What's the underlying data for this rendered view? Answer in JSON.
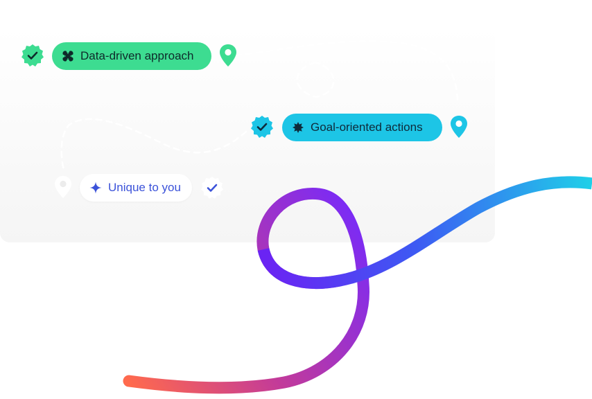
{
  "steps": [
    {
      "label": "Data-driven approach",
      "icon": "cross-x-icon",
      "color": "#3ddc91"
    },
    {
      "label": "Goal-oriented actions",
      "icon": "burst-icon",
      "color": "#1dc5e6"
    },
    {
      "label": "Unique to you",
      "icon": "sparkle-icon",
      "color": "#3b52d9"
    }
  ],
  "colors": {
    "green": "#3ddc91",
    "cyan": "#1dc5e6",
    "blue": "#3b52d9",
    "pin_muted": "#ececec",
    "swirl_start": "#ff6a4d",
    "swirl_mid": "#7b2bf5",
    "swirl_end": "#1fd0e8"
  }
}
